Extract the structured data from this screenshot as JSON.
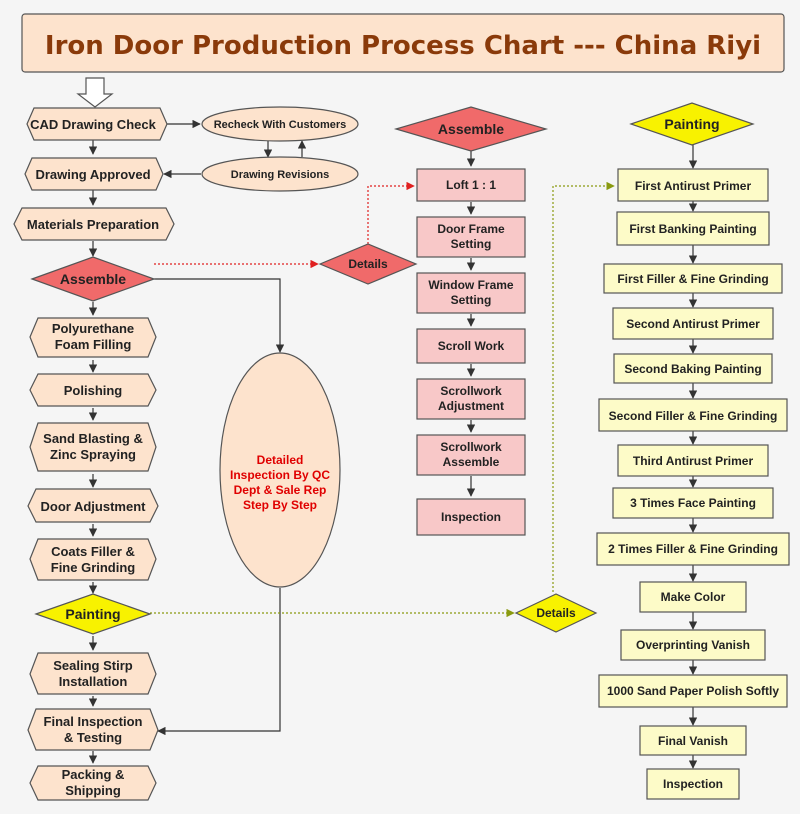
{
  "title": "Iron Door Production Process Chart --- China Riyi",
  "left": {
    "cad_check": "CAD Drawing Check",
    "recheck": "Recheck With Customers",
    "revisions": "Drawing Revisions",
    "approved": "Drawing Approved",
    "materials": "Materials Preparation",
    "assemble": "Assemble",
    "details_assemble": "Details",
    "steps_a": [
      "Polyurethane",
      "Foam Filling",
      "Polishing",
      "Sand Blasting &",
      "Zinc Spraying",
      "Door Adjustment",
      "Coats Filler &",
      "Fine Grinding"
    ],
    "painting": "Painting",
    "details_painting": "Details",
    "steps_b": [
      "Sealing Stirp",
      "Installation",
      "Final Inspection",
      "& Testing",
      "Packing &",
      "Shipping"
    ]
  },
  "inspection_oval": [
    "Detailed",
    "Inspection By QC",
    "Dept & Sale Rep",
    "Step By Step"
  ],
  "middle": {
    "assemble": "Assemble",
    "steps": [
      "Loft 1 : 1",
      "Door Frame",
      "Setting",
      "Window Frame",
      "Setting",
      "Scroll Work",
      "Scrollwork",
      "Adjustment",
      "Scrollwork",
      "Assemble",
      "Inspection"
    ]
  },
  "right": {
    "painting": "Painting",
    "steps": [
      "First Antirust Primer",
      "First Banking Painting",
      "First Filler & Fine Grinding",
      "Second Antirust Primer",
      "Second Baking Painting",
      "Second Filler & Fine Grinding",
      "Third Antirust Primer",
      "3 Times Face Painting",
      "2 Times Filler & Fine Grinding",
      "Make Color",
      "Overprinting Vanish",
      "1000 Sand Paper Polish Softly",
      "Final Vanish",
      "Inspection"
    ]
  },
  "colors": {
    "peach": "#fde3cd",
    "pink": "#f8c8c8",
    "pale_yellow": "#fdfbc8",
    "red_diamond": "#f06a6a",
    "yellow_diamond": "#f8f200",
    "title_text": "#8a3a0a",
    "oval_text": "#e00000"
  }
}
